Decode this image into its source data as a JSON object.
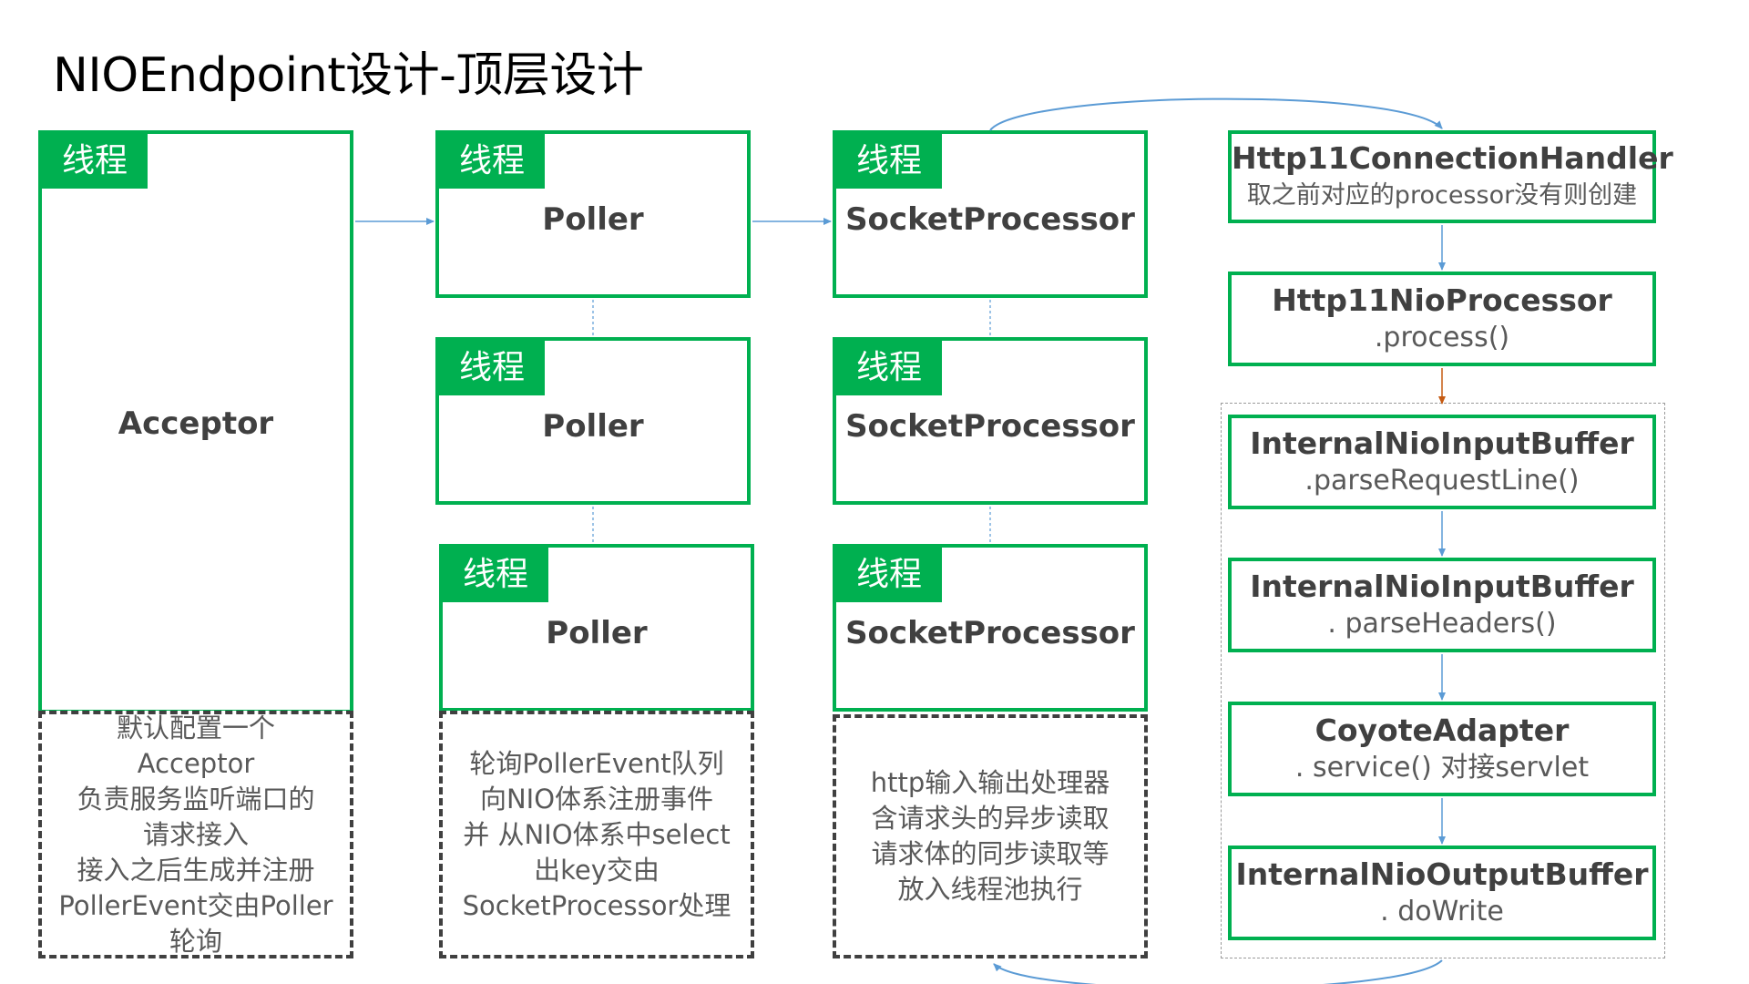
{
  "title": "NIOEndpoint设计-顶层设计",
  "thread_tag": "线程",
  "acceptor": {
    "label": "Acceptor",
    "note": [
      "默认配置一个",
      "Acceptor",
      "负责服务监听端口的",
      "请求接入",
      "接入之后生成并注册",
      "PollerEvent交由Poller",
      "轮询"
    ]
  },
  "pollers": {
    "labels": [
      "Poller",
      "Poller",
      "Poller"
    ],
    "note": [
      "轮询PollerEvent队列",
      "向NIO体系注册事件",
      "并 从NIO体系中select",
      "出key交由",
      "SocketProcessor处理"
    ]
  },
  "socket_processors": {
    "labels": [
      "SocketProcessor",
      "SocketProcessor",
      "SocketProcessor"
    ],
    "note": [
      "http输入输出处理器",
      "含请求头的异步读取",
      "请求体的同步读取等",
      "放入线程池执行"
    ]
  },
  "pipeline": [
    {
      "title": "Http11ConnectionHandler",
      "subtitle": "取之前对应的processor没有则创建"
    },
    {
      "title": "Http11NioProcessor",
      "subtitle": ".process()"
    },
    {
      "title": "InternalNioInputBuffer",
      "subtitle": ".parseRequestLine()"
    },
    {
      "title": "InternalNioInputBuffer",
      "subtitle": ". parseHeaders()"
    },
    {
      "title": "CoyoteAdapter",
      "subtitle": ". service() 对接servlet"
    },
    {
      "title": "InternalNioOutputBuffer",
      "subtitle": ". doWrite"
    }
  ],
  "colors": {
    "green": "#00b050",
    "arrow_blue": "#5b9bd5",
    "arrow_orange": "#c55a11",
    "dash_gray": "#404040"
  }
}
